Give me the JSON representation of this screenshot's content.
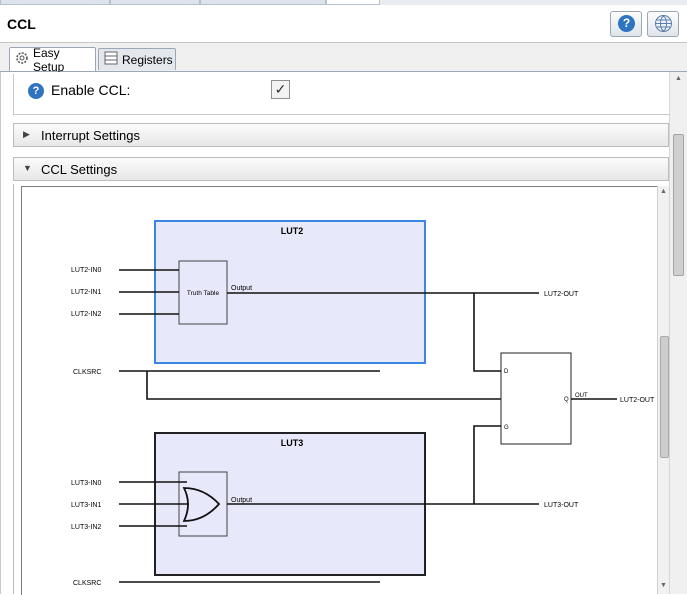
{
  "window": {
    "title": "CCL"
  },
  "toolbar": {
    "help_icon": "question-icon",
    "web_icon": "globe-icon",
    "help_glyph": "?"
  },
  "tabs": [
    {
      "label": "Easy Setup",
      "icon": "gear-icon",
      "active": true
    },
    {
      "label": "Registers",
      "icon": "table-icon",
      "active": false
    }
  ],
  "enable": {
    "label": "Enable CCL:",
    "checked": true,
    "check_glyph": "✓",
    "help_glyph": "?"
  },
  "sections": {
    "interrupt": {
      "title": "Interrupt Settings",
      "expanded": false,
      "arrow": "▶"
    },
    "ccl": {
      "title": "CCL Settings",
      "expanded": true,
      "arrow": "▼"
    }
  },
  "diagram": {
    "lut2": {
      "title": "LUT2",
      "inputs": [
        "LUT2-IN0",
        "LUT2-IN1",
        "LUT2-IN2"
      ],
      "block_label": "Truth Table",
      "output_label": "Output",
      "out": "LUT2-OUT"
    },
    "lut3": {
      "title": "LUT3",
      "inputs": [
        "LUT3-IN0",
        "LUT3-IN1",
        "LUT3-IN2"
      ],
      "output_label": "Output",
      "out": "LUT3-OUT"
    },
    "clksrc": "CLKSRC",
    "clksrc2": "CLKSRC",
    "ff": {
      "d": "D",
      "g": "G",
      "q": "Q",
      "out_label": "OUT",
      "out": "LUT2-OUT"
    }
  },
  "colors": {
    "lut_fill": "#e8e8fb",
    "lut2_border": "#3b86e0",
    "lut3_border": "#222222",
    "clk_arrow": "#3b86e0"
  }
}
